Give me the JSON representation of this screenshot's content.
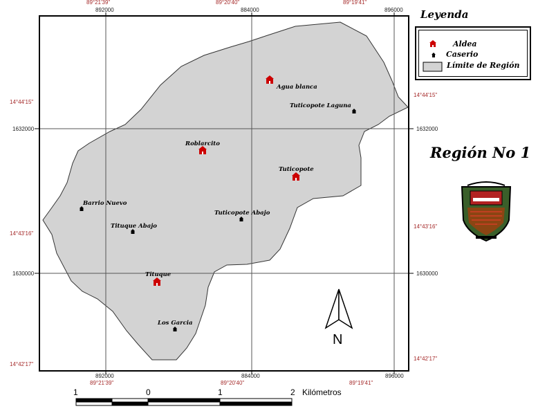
{
  "legend": {
    "title": "Leyenda",
    "items": [
      {
        "label": "Aldea",
        "icon": "red-house-icon"
      },
      {
        "label": "Caserio",
        "icon": "black-house-icon"
      },
      {
        "label": "Límite de Región",
        "icon": "gray-area-swatch"
      }
    ]
  },
  "region_title": "Región No 1",
  "coords": {
    "top_lon": [
      "89°21'39\"",
      "89°20'40\"",
      "89°19'41\""
    ],
    "bottom_lon": [
      "89°21'39\"",
      "89°20'40\"",
      "89°19'41\""
    ],
    "top_east": [
      "892000",
      "884000",
      "896000"
    ],
    "bottom_east": [
      "892000",
      "884000",
      "896000"
    ],
    "left_lat": [
      "14°44'15\"",
      "14°43'16\"",
      "14°42'17\""
    ],
    "right_lat": [
      "14°44'15\"",
      "14°43'16\"",
      "14°42'17\""
    ],
    "left_north": [
      "1632000",
      "1630000"
    ],
    "right_north": [
      "1632000",
      "1630000"
    ]
  },
  "aldeas": [
    "Agua blanca",
    "Roblarcito",
    "Tuticopote",
    "Tituque"
  ],
  "caserios": [
    "Tuticopote Laguna",
    "Barrio Nuevo",
    "Tituque Abajo",
    "Tuticopote Abajo",
    "Los Garcia"
  ],
  "north_label": "N",
  "scale": {
    "ticks": [
      "1",
      "0",
      "1",
      "2"
    ],
    "unit": "Kilómetros"
  },
  "colors": {
    "region_fill": "#d3d3d3",
    "aldea": "#cc0000",
    "coord_text": "#a52a2a"
  }
}
